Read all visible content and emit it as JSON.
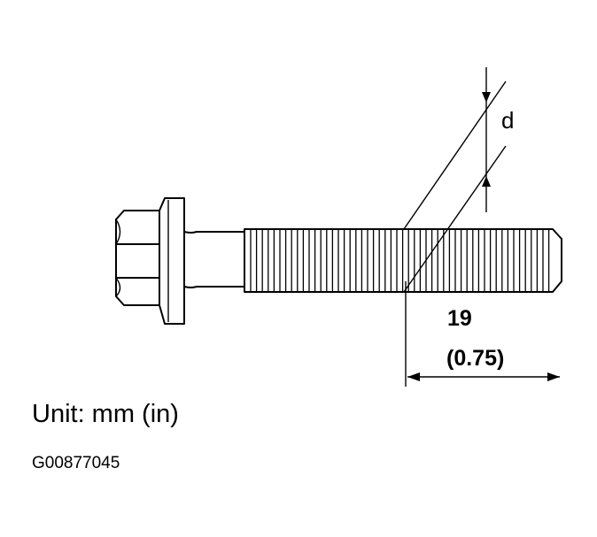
{
  "diagram": {
    "dimension_length_mm": "19",
    "dimension_length_in": "(0.75)",
    "diameter_label": "d",
    "unit_note": "Unit: mm (in)",
    "figure_id": "G00877045"
  },
  "colors": {
    "ink": "#000000",
    "background": "#ffffff"
  }
}
